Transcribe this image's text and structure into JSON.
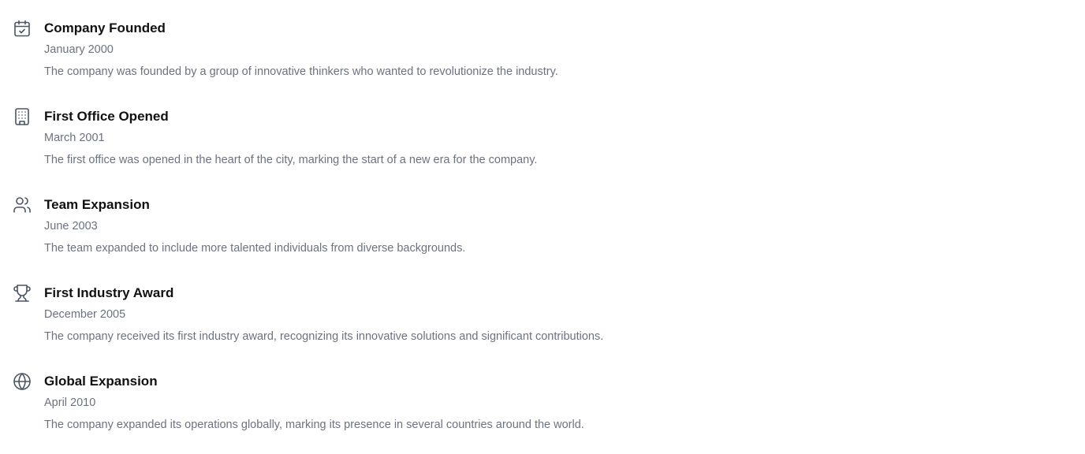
{
  "events": [
    {
      "icon": "calendar-check-icon",
      "title": "Company Founded",
      "date": "January 2000",
      "description": "The company was founded by a group of innovative thinkers who wanted to revolutionize the industry."
    },
    {
      "icon": "building-icon",
      "title": "First Office Opened",
      "date": "March 2001",
      "description": "The first office was opened in the heart of the city, marking the start of a new era for the company."
    },
    {
      "icon": "users-icon",
      "title": "Team Expansion",
      "date": "June 2003",
      "description": "The team expanded to include more talented individuals from diverse backgrounds."
    },
    {
      "icon": "trophy-icon",
      "title": "First Industry Award",
      "date": "December 2005",
      "description": "The company received its first industry award, recognizing its innovative solutions and significant contributions."
    },
    {
      "icon": "globe-icon",
      "title": "Global Expansion",
      "date": "April 2010",
      "description": "The company expanded its operations globally, marking its presence in several countries around the world."
    }
  ]
}
